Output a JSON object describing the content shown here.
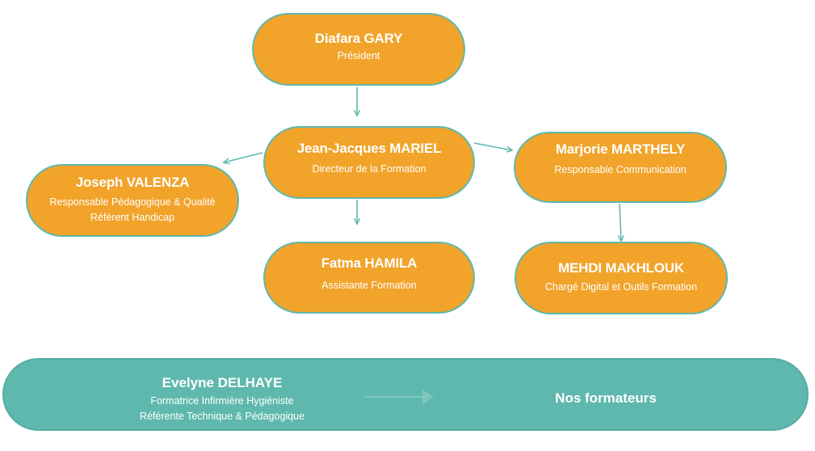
{
  "colors": {
    "node_fill": "#f1a32a",
    "node_border": "#5fb8ad",
    "banner_fill": "#5fb8ad",
    "connector": "#5fb8ad",
    "text": "#ffffff"
  },
  "nodes": {
    "gary": {
      "name": "Diafara GARY",
      "roles": [
        "Président"
      ]
    },
    "mariel": {
      "name": "Jean-Jacques MARIEL",
      "roles": [
        "Directeur de la Formation"
      ]
    },
    "marthely": {
      "name": "Marjorie MARTHELY",
      "roles": [
        "Responsable Communication"
      ]
    },
    "valenza": {
      "name": "Joseph VALENZA",
      "roles": [
        "Responsable Pédagogique & Qualité",
        "Référent Handicap"
      ]
    },
    "hamila": {
      "name": "Fatma HAMILA",
      "roles": [
        "Assistante Formation"
      ]
    },
    "makhlouk": {
      "name": "MEHDI MAKHLOUK",
      "roles": [
        "Chargé Digital et Outils Formation"
      ]
    }
  },
  "banner": {
    "name": "Evelyne DELHAYE",
    "roles": [
      "Formatrice Infirmière Hygiéniste",
      "Référente Technique & Pédagogique"
    ],
    "right_label": "Nos formateurs"
  },
  "edges": [
    {
      "from": "gary",
      "to": "mariel"
    },
    {
      "from": "mariel",
      "to": "valenza"
    },
    {
      "from": "mariel",
      "to": "marthely"
    },
    {
      "from": "mariel",
      "to": "hamila"
    },
    {
      "from": "marthely",
      "to": "makhlouk"
    },
    {
      "from": "banner",
      "to": "nos-formateurs"
    }
  ]
}
